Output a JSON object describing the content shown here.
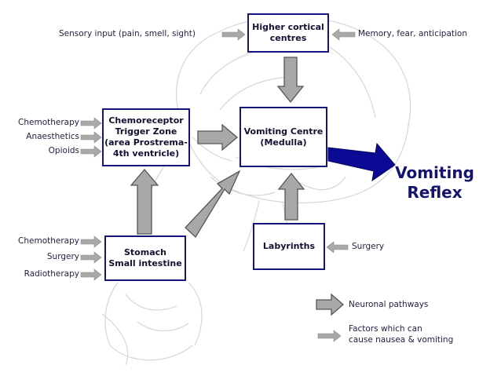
{
  "boxes": {
    "higher_cortical": "Higher cortical\ncentres",
    "ctz": "Chemoreceptor\nTrigger Zone\n(area Prostrema-\n4th ventricle)",
    "vomiting_centre": "Vomiting Centre\n(Medulla)",
    "stomach": "Stomach\nSmall intestine",
    "labyrinths": "Labyrinths"
  },
  "outcome": "Vomiting\nReflex",
  "inputs": {
    "sensory": "Sensory input (pain, smell, sight)",
    "memory": "Memory, fear, anticipation",
    "ctz_chemo": "Chemotherapy",
    "ctz_anaesthetics": "Anaesthetics",
    "ctz_opioids": "Opioids",
    "stomach_chemo": "Chemotherapy",
    "stomach_surgery": "Surgery",
    "stomach_radio": "Radiotherapy",
    "labyrinth_surgery": "Surgery"
  },
  "legend": {
    "neuronal": "Neuronal pathways",
    "factors": "Factors which can\ncause nausea & vomiting"
  },
  "colors": {
    "box_border": "#14147a",
    "pathway_arrow": "#a0a0a0",
    "reflex_arrow": "#0a0a96",
    "anatomy_lines": "#d8d8d8"
  }
}
